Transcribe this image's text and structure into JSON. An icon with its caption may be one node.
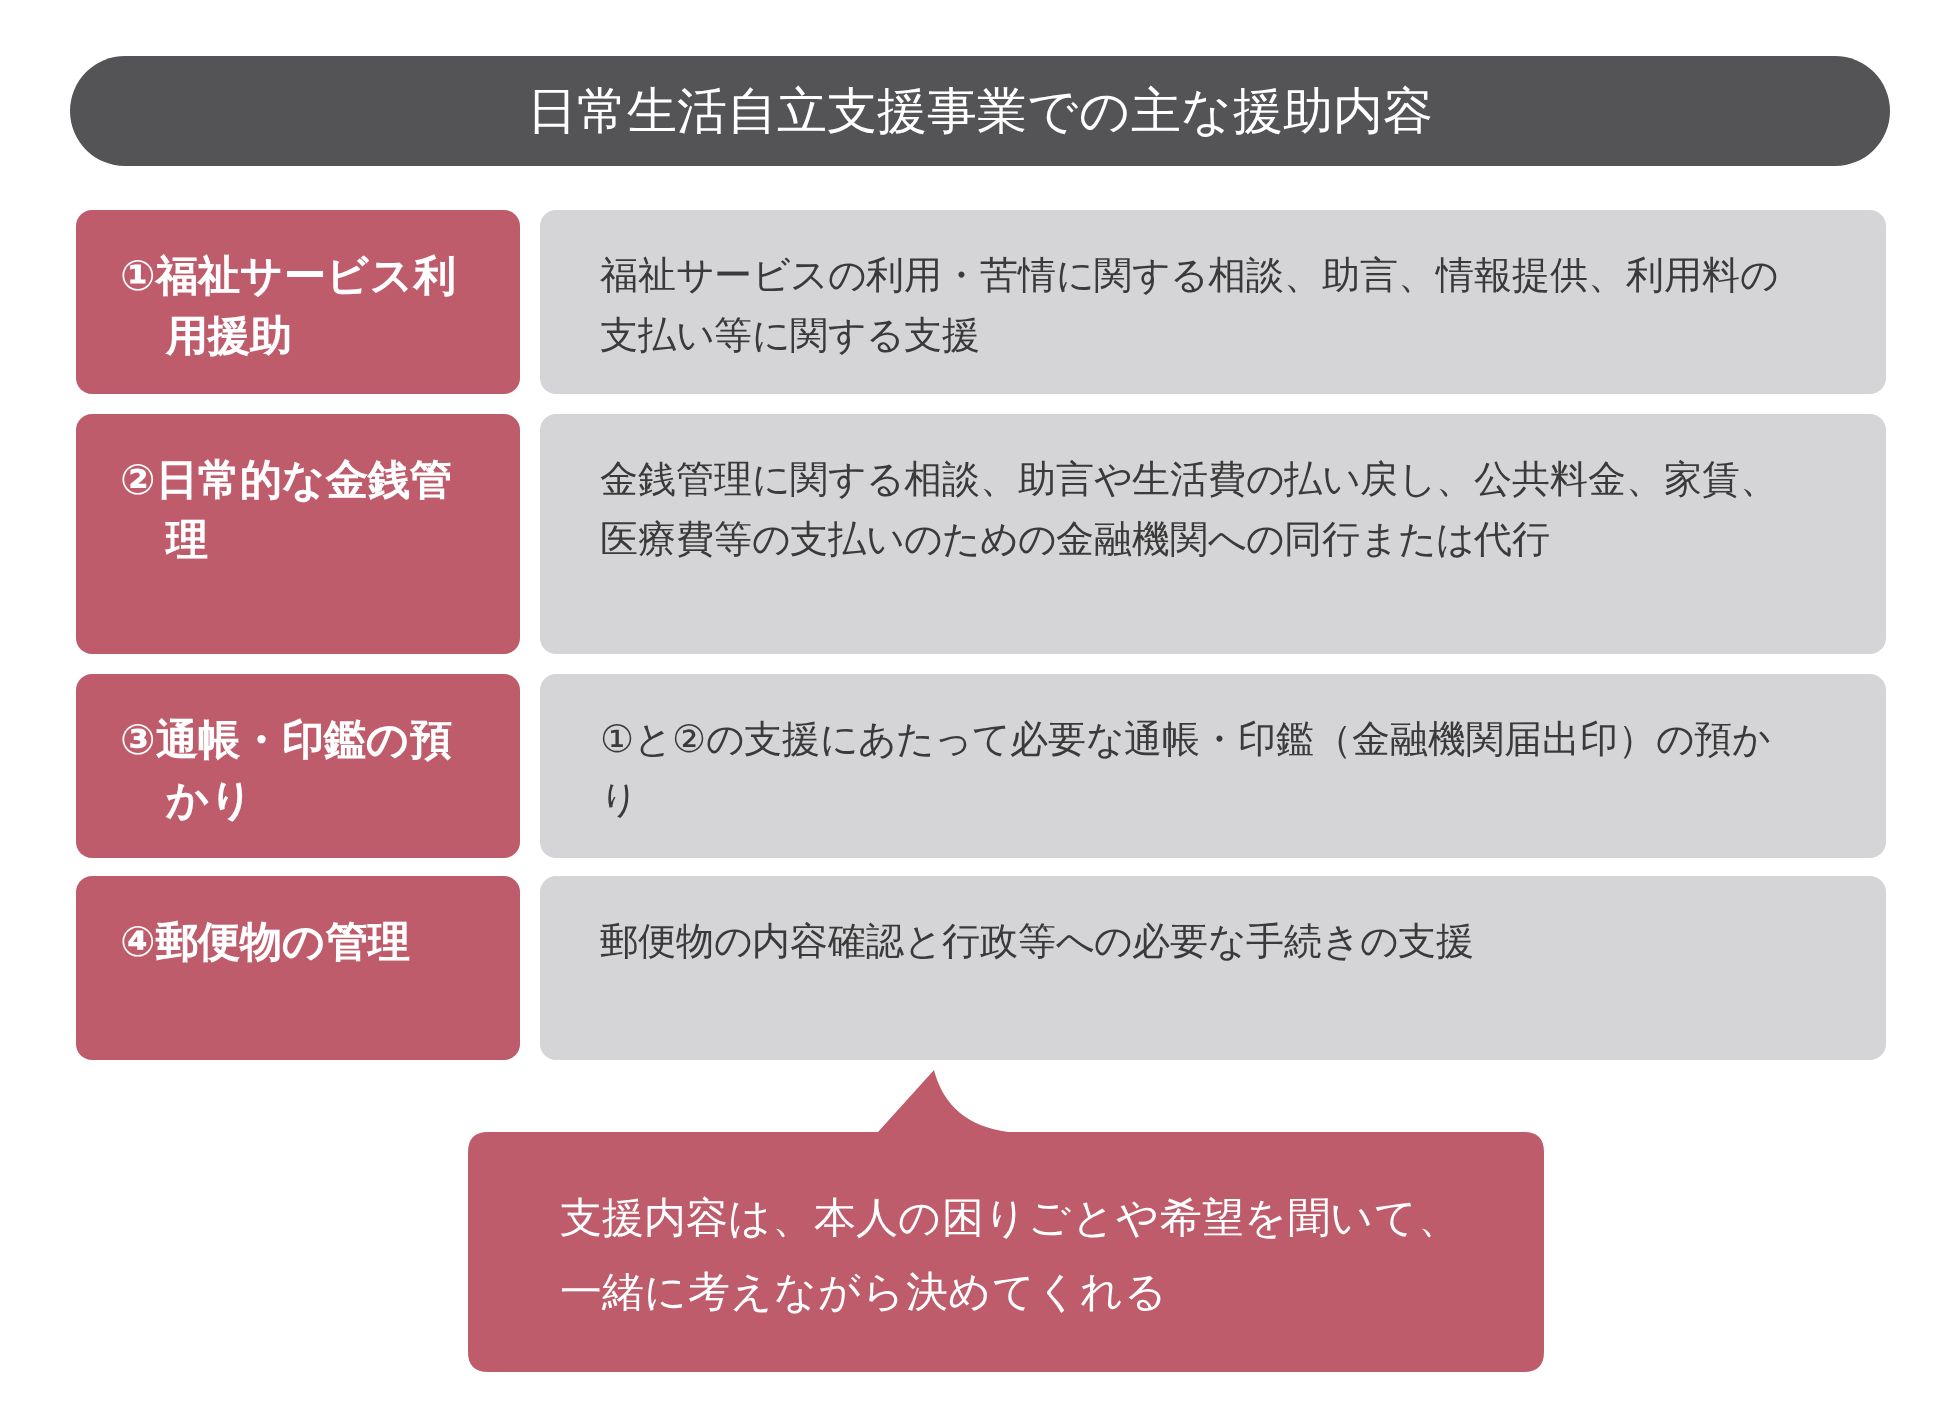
{
  "diagram": {
    "title": "日常生活自立支援事業での主な援助内容",
    "nodes": [
      {
        "text": [
          "①福祉サービス利用援助"
        ]
      },
      {
        "text": [
          "福祉サービスの利用・苦情に関する相談、助言、情報提供、利用料の支払い等に関する支援"
        ]
      },
      {
        "text": [
          "②日常的な金銭管理"
        ]
      },
      {
        "text": [
          "金銭管理に関する相談、助言や生活費の払い戻し、公共料金、家賃、医療費等の支払いのための金融機関への同行または代行"
        ]
      },
      {
        "text": [
          "③通帳・印鑑の預かり"
        ]
      },
      {
        "text": [
          "①と②の支援にあたって必要な通帳・印鑑（金融機関届出印）の預かり"
        ]
      },
      {
        "text": [
          "④郵便物の管理"
        ]
      },
      {
        "text": [
          "郵便物の内容確認と行政等への必要な手続きの支援"
        ]
      },
      {
        "text": [
          "支援内容は、本人の困りごとや希望を聞いて、一緒に考えながら決めてくれる"
        ]
      }
    ],
    "edges": []
  }
}
